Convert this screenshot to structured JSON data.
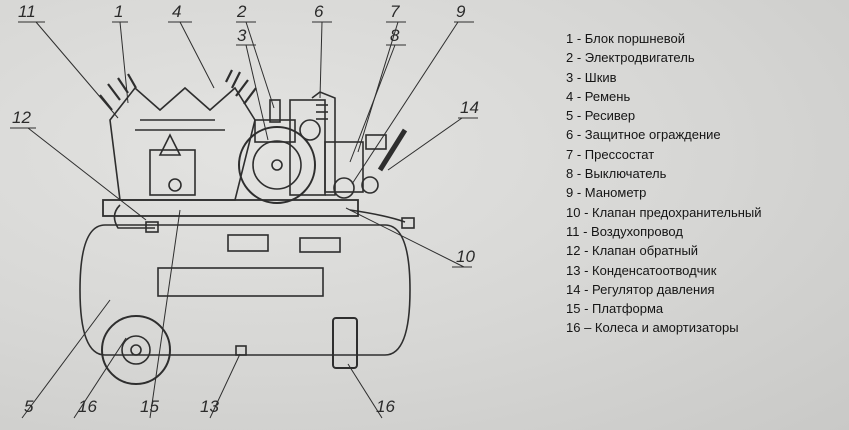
{
  "callouts": [
    "1",
    "2",
    "3",
    "4",
    "5",
    "6",
    "7",
    "8",
    "9",
    "10",
    "11",
    "12",
    "13",
    "14",
    "15",
    "16"
  ],
  "legend": [
    "1 - Блок поршневой",
    "2 - Электродвигатель",
    "3 - Шкив",
    "4 - Ремень",
    "5 - Ресивер",
    "6 - Защитное ограждение",
    "7 - Прессостат",
    "8 - Выключатель",
    "9 - Манометр",
    "10 - Клапан предохранительный",
    "11 - Воздухопровод",
    "12 - Клапан обратный",
    "13 - Конденсатоотводчик",
    "14 - Регулятор давления",
    "15 - Платформа",
    "16 – Колеса и амортизаторы"
  ]
}
